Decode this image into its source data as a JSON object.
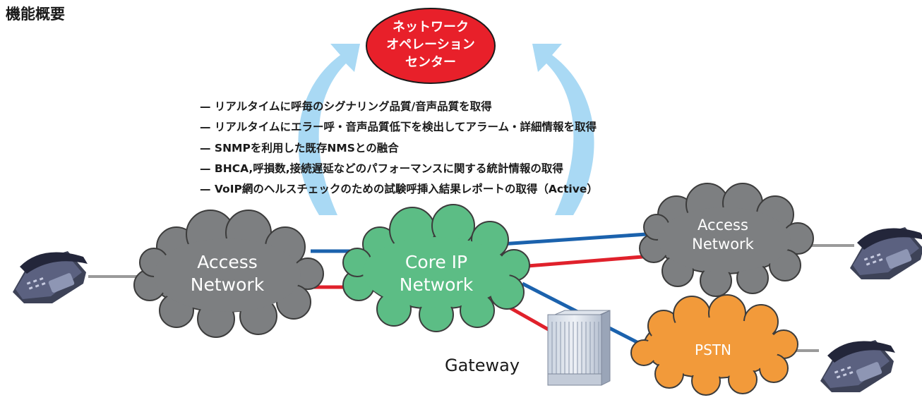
{
  "title": "機能概要",
  "noc": {
    "lines": [
      "ネットワーク",
      "オペレーション",
      "センター"
    ]
  },
  "features": [
    "リアルタイムに呼毎のシグナリング品質/音声品質を取得",
    "リアルタイムにエラー呼・音声品質低下を検出してアラーム・詳細情報を取得",
    "SNMPを利用した既存NMSとの融合",
    "BHCA,呼損数,接続遅延などのパフォーマンスに関する統計情報の取得",
    "VoIP網のヘルスチェックのための試験呼挿入結果レポートの取得（Active）"
  ],
  "clouds": {
    "access_left": {
      "line1": "Access",
      "line2": "Network",
      "color": "#7d7f81"
    },
    "core": {
      "line1": "Core IP",
      "line2": "Network",
      "color": "#5cbd85"
    },
    "access_right": {
      "line1": "Access",
      "line2": "Network",
      "color": "#7d7f81"
    },
    "pstn": {
      "label": "PSTN",
      "color": "#f29a3a"
    }
  },
  "gateway": {
    "label": "Gateway"
  },
  "colors": {
    "noc": "#e8202a",
    "arrow": "#a9d9f4",
    "blue_link": "#1b62ad",
    "red_link": "#e0212b",
    "gray_link": "#9a9a9a"
  }
}
